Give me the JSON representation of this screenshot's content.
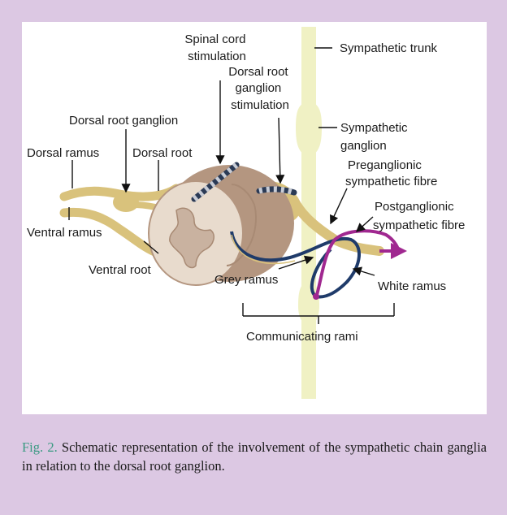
{
  "labels": {
    "spinal_cord_stimulation": [
      "Spinal cord",
      "stimulation"
    ],
    "sympathetic_trunk": "Sympathetic trunk",
    "drg_stimulation": [
      "Dorsal root",
      "ganglion",
      "stimulation"
    ],
    "dorsal_root_ganglion": "Dorsal root ganglion",
    "sympathetic_ganglion": [
      "Sympathetic",
      "ganglion"
    ],
    "dorsal_ramus": "Dorsal ramus",
    "dorsal_root": "Dorsal root",
    "preganglionic_fibre": [
      "Preganglionic",
      "sympathetic fibre"
    ],
    "postganglionic_fibre": [
      "Postganglionic",
      "sympathetic fibre"
    ],
    "ventral_ramus": "Ventral ramus",
    "ventral_root": "Ventral root",
    "grey_ramus": "Grey ramus",
    "white_ramus": "White ramus",
    "communicating_rami": "Communicating rami"
  },
  "caption": {
    "label": "Fig. 2.",
    "text": "Schematic representation of the involvement of the sympathetic chain ganglia in relation to the dorsal root ganglion."
  },
  "colors": {
    "background": "#dcc8e3",
    "nerve": "#d9c27c",
    "sympathetic_trunk": "#f0f1c4",
    "spinal_cord": "#b49680",
    "white_matter": "#e8dbcd",
    "preganglionic_fibre": "#1f3b6a",
    "postganglionic_fibre": "#a02890",
    "caption_label": "#3a9a82"
  },
  "icons": [
    "stimulation-lead-icon",
    "arrow-head-icon"
  ]
}
